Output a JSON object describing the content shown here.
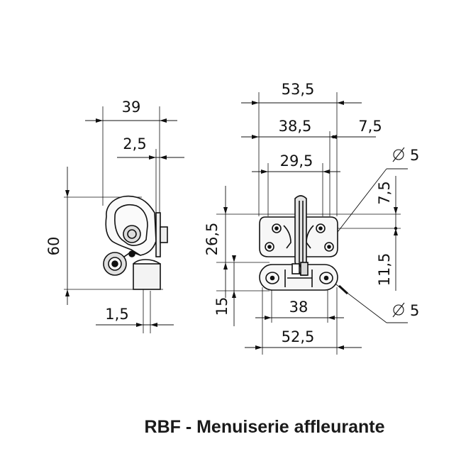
{
  "caption": "RBF - Menuiserie affleurante",
  "dimensions": {
    "side_width": "39",
    "side_gap": "2,5",
    "side_height": "60",
    "side_bottom": "1,5",
    "front_total_top": "53,5",
    "front_mid": "38,5",
    "front_right": "7,5",
    "front_inner": "29,5",
    "hole_top": "5",
    "front_vert_a": "7,5",
    "front_vert_upper": "26,5",
    "front_vert_b": "11,5",
    "front_vert_lower": "15",
    "front_bottom_inner": "38",
    "hole_bottom": "5",
    "front_total_bottom": "52,5"
  },
  "colors": {
    "line": "#111111",
    "part_fill": "#ececec"
  }
}
